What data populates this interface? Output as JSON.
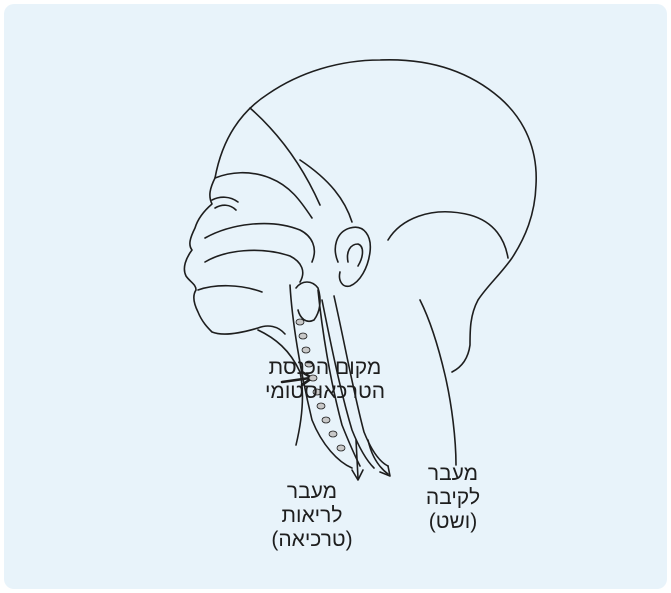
{
  "colors": {
    "background": "#e8f3fa",
    "line": "#1e1e1e",
    "airway_fill": "#c8c8c8"
  },
  "labels": {
    "insertion_site": {
      "line1": "מקום הכנסת",
      "line2": "הטרכאוסטומי"
    },
    "to_lungs": {
      "line1": "מעבר",
      "line2": "לריאות",
      "line3": "(טרכיאה)"
    },
    "to_stomach": {
      "line1": "מעבר",
      "line2": "לקיבה",
      "line3": "(ושט)"
    }
  }
}
